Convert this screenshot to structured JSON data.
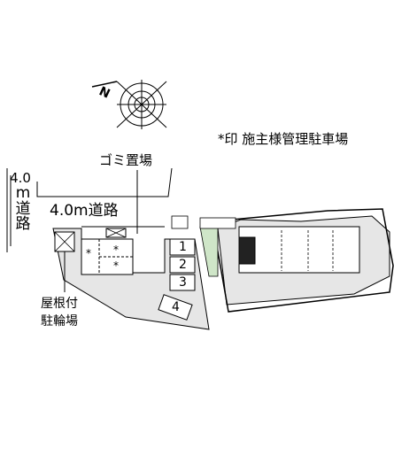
{
  "compass": {
    "north_letter": "N",
    "icon": "compass-rose-icon"
  },
  "legend": {
    "text": "*印 施主様管理駐車場"
  },
  "labels": {
    "garbage": "ゴミ置場",
    "road_top": "4.0m道路",
    "road_left_a": "4.0",
    "road_left_b": "m",
    "road_left_c": "道",
    "road_left_d": "路",
    "bike_line1": "屋根付",
    "bike_line2": "駐輪場"
  },
  "parking_slots": [
    "1",
    "2",
    "3",
    "4"
  ],
  "owner_marks": [
    "*",
    "*",
    "*"
  ],
  "colors": {
    "ink": "#000000",
    "site_fill": "#e6e6e6",
    "greenery": "#cfe6c8",
    "building": "#ffffff"
  }
}
